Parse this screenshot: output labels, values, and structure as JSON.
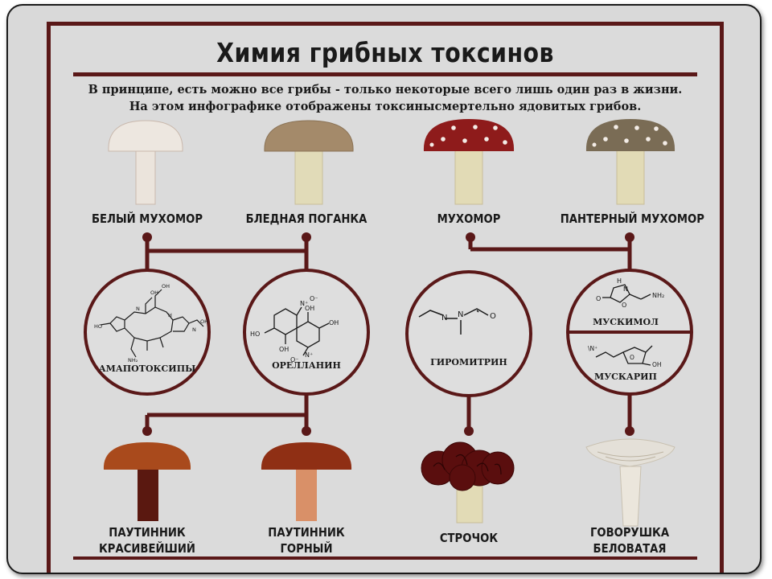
{
  "title": "Химия грибных токсинов",
  "subtitle": [
    "В принципе, есть можно все грибы - только некоторые всего лишь один раз в жизни.",
    "На этом инфографике отображены токсинысмертельно ядовитых грибов."
  ],
  "mushrooms_top": [
    {
      "name": "БЕЛЫЙ МУХОМОР",
      "cap_color": "#ede7e0"
    },
    {
      "name": "БЛЕДНАЯ ПОГАНКА",
      "cap_color": "#a48a6a"
    },
    {
      "name": "МУХОМОР",
      "cap_color": "#8e1b1b"
    },
    {
      "name": "ПАНТЕРНЫЙ МУХОМОР",
      "cap_color": "#7a6c55"
    }
  ],
  "toxins": {
    "amatoxins": "АМАПОТОКСИПЫ",
    "orellanin": "ОРЕЛЛАНИН",
    "gyromitrin": "ГИРОМИТРИН",
    "muscimol": "МУСКИМОЛ",
    "muscarine": "МУСКАРИП"
  },
  "mushrooms_bottom": [
    {
      "name_line1": "ПАУТИННИК",
      "name_line2": "КРАСИВЕЙШИЙ",
      "cap_color": "#a94a1c"
    },
    {
      "name_line1": "ПАУТИННИК",
      "name_line2": "ГОРНЫЙ",
      "cap_color": "#8f2f14"
    },
    {
      "name_line1": "СТРОЧОК",
      "name_line2": "",
      "cap_color": "#5a0e0e"
    },
    {
      "name_line1": "ГОВОРУШКА",
      "name_line2": "БЕЛОВАТАЯ",
      "cap_color": "#e4e0d8"
    }
  ],
  "colors": {
    "frame": "#5a1818",
    "connector": "#5a1818",
    "background": "#dbdbdb"
  }
}
